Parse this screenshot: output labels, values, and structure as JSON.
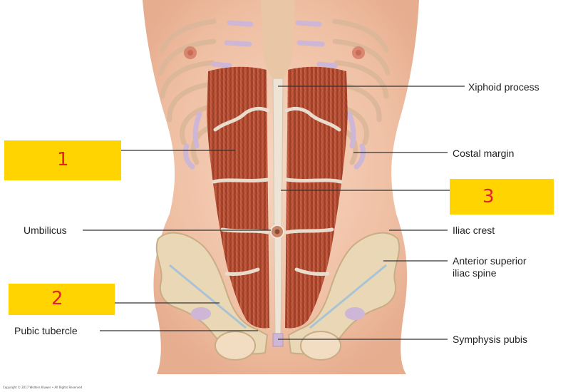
{
  "labels": {
    "xiphoid": "Xiphoid process",
    "costal": "Costal margin",
    "umbilicus": "Umbilicus",
    "iliac_crest": "Iliac crest",
    "asis_line1": "Anterior superior",
    "asis_line2": "iliac spine",
    "pubic_tubercle": "Pubic tubercle",
    "symphysis": "Symphysis pubis"
  },
  "answer_boxes": [
    {
      "mark": "1"
    },
    {
      "mark": "2"
    },
    {
      "mark": "3"
    }
  ],
  "copyright": "Copyright © 2017 Wolters Kluwer • All Rights Reserved",
  "colors": {
    "box_fill": "#ffd400",
    "handwriting": "#e0242a",
    "muscle": "#b24b33",
    "skin": "#f3c9b1",
    "leader_line": "#333333"
  }
}
